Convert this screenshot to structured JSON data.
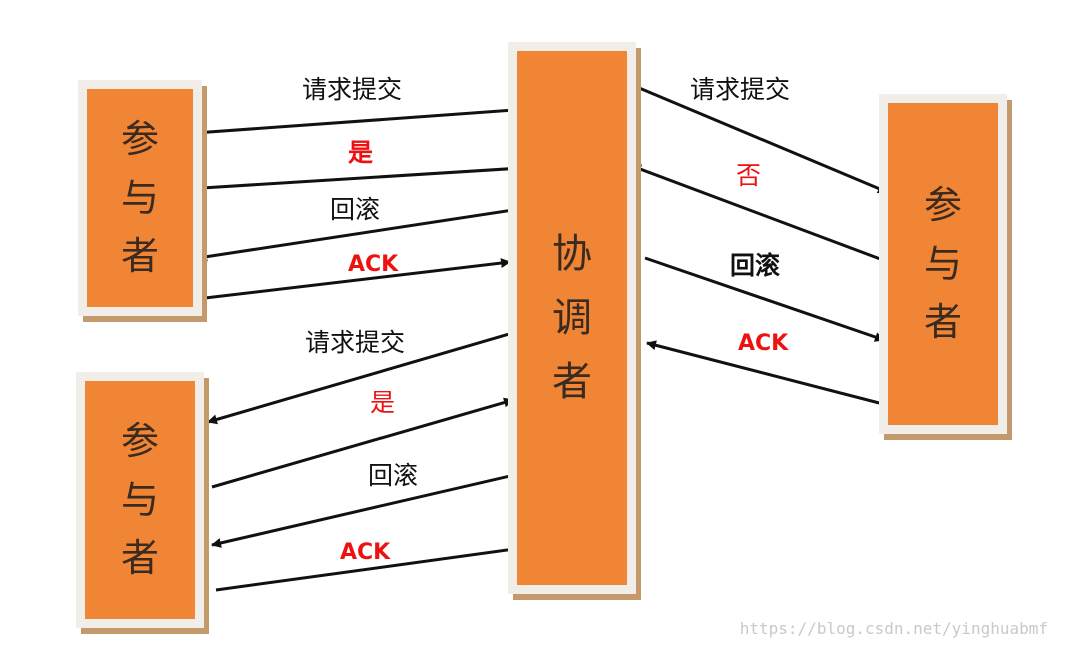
{
  "participant_chars": [
    "参",
    "与",
    "者"
  ],
  "coordinator_chars": [
    "协",
    "调",
    "者"
  ],
  "labels": {
    "request_commit": "请求提交",
    "yes": "是",
    "no": "否",
    "rollback": "回滚",
    "ack": "ACK"
  },
  "colors": {
    "box_fill": "#f08536",
    "box_frame": "#f1eeea",
    "box_shadow": "#c49a6c",
    "arrow": "#111111",
    "red_text": "#ee1111"
  },
  "watermark": "https://blog.csdn.net/yinghuabmf"
}
